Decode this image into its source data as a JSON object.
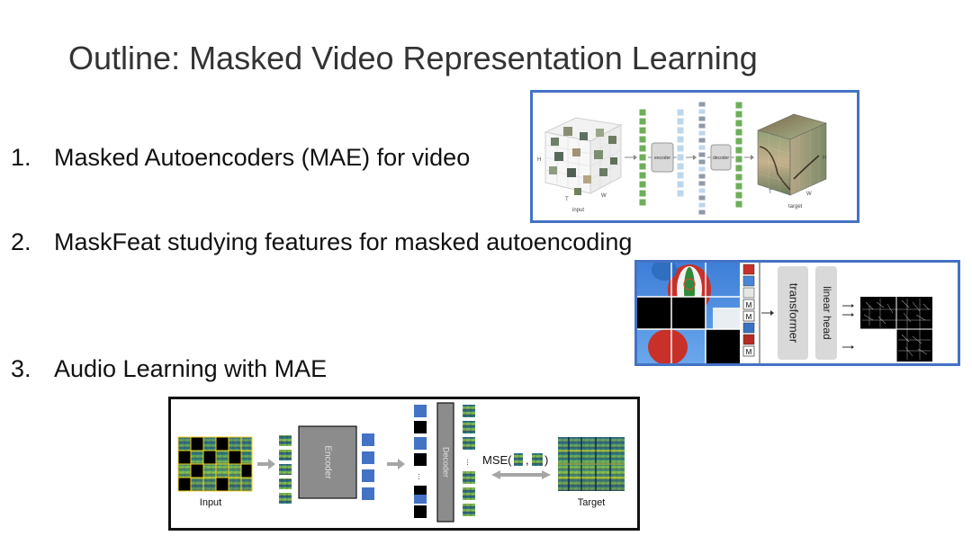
{
  "slide": {
    "title": "Outline: Masked Video Representation Learning",
    "items": [
      {
        "number": "1.",
        "text": "Masked Autoencoders (MAE) for video"
      },
      {
        "number": "2.",
        "text": "MaskFeat studying features for masked autoencoding"
      },
      {
        "number": "3.",
        "text": "Audio Learning with MAE"
      }
    ]
  },
  "figure_video_mae": {
    "encoder_label": "encoder",
    "decoder_label": "decoder",
    "input_label": "input",
    "target_label": "target",
    "axis_h": "H",
    "axis_t": "T",
    "axis_w": "W",
    "border_color": "#4472c4"
  },
  "figure_maskfeat": {
    "mask_token": "M",
    "transformer_label": "transformer",
    "head_label": "linear head",
    "border_color": "#4472c4"
  },
  "figure_audio_mae": {
    "input_label": "Input",
    "encoder_label": "Encoder",
    "decoder_label": "Decoder",
    "loss_label": "MSE(",
    "loss_sep": ",",
    "loss_close": ")",
    "target_label": "Target",
    "ellipsis": "...",
    "border_color": "#111111"
  }
}
